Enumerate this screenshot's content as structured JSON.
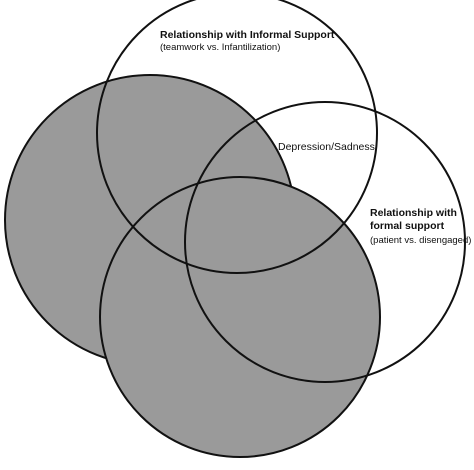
{
  "diagram": {
    "type": "venn",
    "sets": [
      {
        "id": "informal",
        "title": "Relationship with Informal Support",
        "subtitle": "(teamwork vs. Infantilization)",
        "fill": "#ffffff"
      },
      {
        "id": "depression",
        "title": "Depression/Sadness",
        "fill": "#ffffff"
      },
      {
        "id": "formal",
        "title_line1": "Relationship with",
        "title_line2": "formal support",
        "subtitle": "(patient vs. disengaged)",
        "fill": "#ffffff"
      },
      {
        "id": "left-gray",
        "title": "",
        "fill": "#9a9a9a"
      },
      {
        "id": "bottom-gray",
        "title": "",
        "fill": "#9a9a9a"
      }
    ],
    "stroke_color": "#111111"
  }
}
